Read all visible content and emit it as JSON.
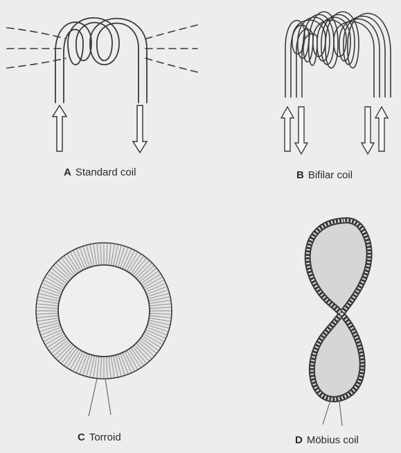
{
  "figures": [
    {
      "letter": "A",
      "name": "Standard coil"
    },
    {
      "letter": "B",
      "name": "Bifilar coil"
    },
    {
      "letter": "C",
      "name": "Torroid"
    },
    {
      "letter": "D",
      "name": "Möbius coil"
    }
  ],
  "colors": {
    "background": "#ededed",
    "ink": "#3a3a3a",
    "wire_fill": "#f5f5f5",
    "shade": "#bdbdbd"
  }
}
